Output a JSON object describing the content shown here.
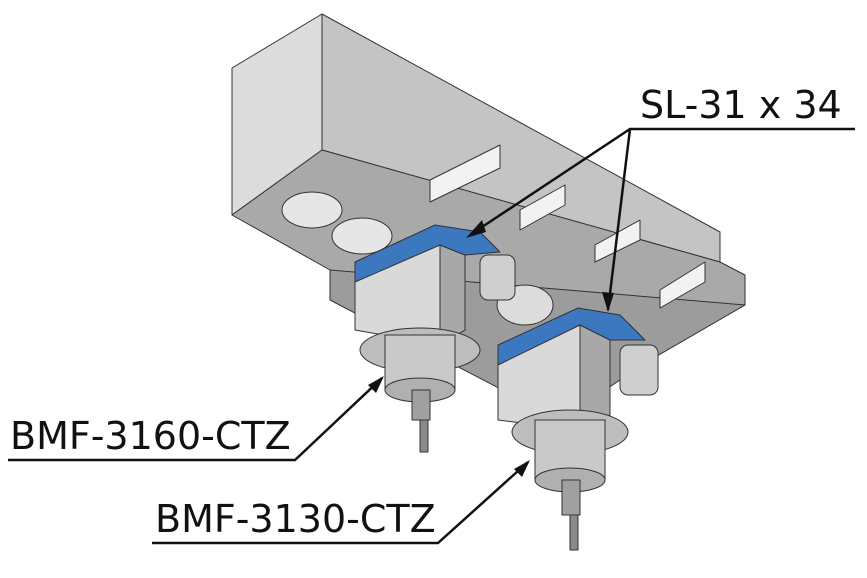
{
  "labels": {
    "bracket": "SL-31 x 34",
    "spindle_upper": "BMF-3160-CTZ",
    "spindle_lower": "BMF-3130-CTZ"
  },
  "colors": {
    "bracket_blue": "#3b78c0",
    "body_light": "#d9d9d9",
    "body_mid": "#b3b3b3",
    "body_dark": "#8f8f8f",
    "line": "#111111"
  }
}
